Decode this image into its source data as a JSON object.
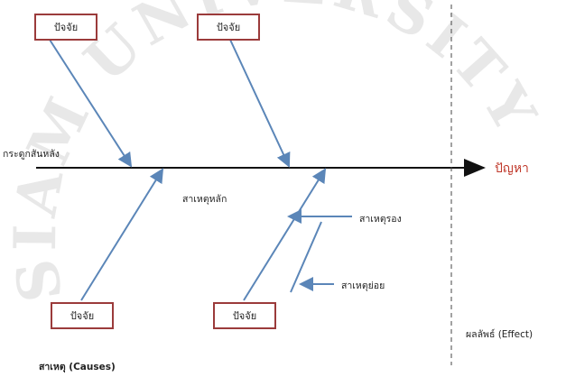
{
  "watermark_text": "SIAM UNIVERSITY",
  "diagram": {
    "factor_label": "ปัจจัย",
    "spine_label": "กระดูกสันหลัง",
    "problem_label": "ปัญหา",
    "main_cause_label": "สาเหตุหลัก",
    "secondary_cause_label": "สาเหตุรอง",
    "sub_cause_label": "สาเหตุย่อย",
    "effect_label": "ผลลัพธ์ (Effect)",
    "causes_label": "สาเหตุ (Causes)"
  },
  "colors": {
    "box_border": "#9b3b3b",
    "bone_line": "#5b86b8",
    "spine_line": "#111111",
    "problem_text": "#c0392b"
  }
}
